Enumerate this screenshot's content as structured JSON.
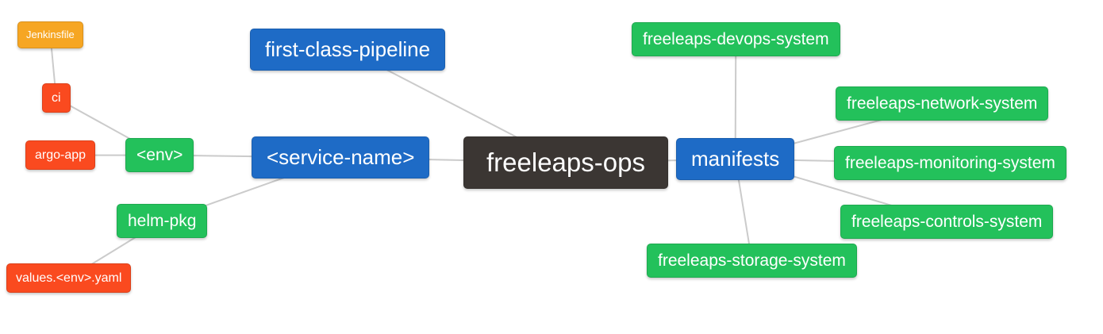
{
  "diagram": {
    "type": "mindmap",
    "background": "#ffffff",
    "edge_color": "#cbcbcb",
    "palette": {
      "root": "#3b3633",
      "level1": "#1e6bc6",
      "level2": "#23c15b",
      "level3": "#fa4a1f",
      "level4": "#f6a623"
    },
    "nodes": [
      {
        "id": "freeleaps-ops",
        "label": "freeleaps-ops",
        "level": "root"
      },
      {
        "id": "first-class-pipeline",
        "label": "first-class-pipeline",
        "level": "level1"
      },
      {
        "id": "service-name",
        "label": "<service-name>",
        "level": "level1"
      },
      {
        "id": "manifests",
        "label": "manifests",
        "level": "level1"
      },
      {
        "id": "env",
        "label": "<env>",
        "level": "level2"
      },
      {
        "id": "helm-pkg",
        "label": "helm-pkg",
        "level": "level2"
      },
      {
        "id": "ci",
        "label": "ci",
        "level": "level3"
      },
      {
        "id": "argo-app",
        "label": "argo-app",
        "level": "level3"
      },
      {
        "id": "jenkinsfile",
        "label": "Jenkinsfile",
        "level": "level4"
      },
      {
        "id": "values-env-yaml",
        "label": "values.<env>.yaml",
        "level": "level3"
      },
      {
        "id": "devops-system",
        "label": "freeleaps-devops-system",
        "level": "level2"
      },
      {
        "id": "network-system",
        "label": "freeleaps-network-system",
        "level": "level2"
      },
      {
        "id": "monitoring-system",
        "label": "freeleaps-monitoring-system",
        "level": "level2"
      },
      {
        "id": "controls-system",
        "label": "freeleaps-controls-system",
        "level": "level2"
      },
      {
        "id": "storage-system",
        "label": "freeleaps-storage-system",
        "level": "level2"
      }
    ],
    "edges": [
      [
        "freeleaps-ops",
        "first-class-pipeline"
      ],
      [
        "freeleaps-ops",
        "service-name"
      ],
      [
        "freeleaps-ops",
        "manifests"
      ],
      [
        "service-name",
        "env"
      ],
      [
        "service-name",
        "helm-pkg"
      ],
      [
        "env",
        "ci"
      ],
      [
        "env",
        "argo-app"
      ],
      [
        "ci",
        "jenkinsfile"
      ],
      [
        "helm-pkg",
        "values-env-yaml"
      ],
      [
        "manifests",
        "devops-system"
      ],
      [
        "manifests",
        "network-system"
      ],
      [
        "manifests",
        "monitoring-system"
      ],
      [
        "manifests",
        "controls-system"
      ],
      [
        "manifests",
        "storage-system"
      ]
    ]
  }
}
